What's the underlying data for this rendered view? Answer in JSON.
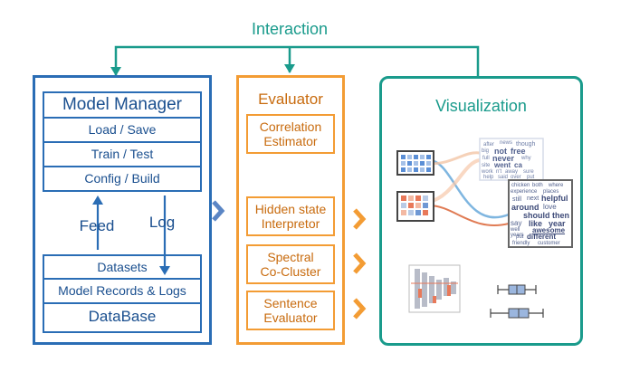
{
  "interaction_label": "Interaction",
  "model_manager": {
    "title": "Model Manager",
    "rows": [
      "Load / Save",
      "Train / Test",
      "Config / Build"
    ],
    "feed_label": "Feed",
    "log_label": "Log",
    "bottom_rows": [
      "Datasets",
      "Model Records & Logs"
    ],
    "database_label": "DataBase"
  },
  "evaluator": {
    "title": "Evaluator",
    "modules": [
      {
        "line1": "Correlation",
        "line2": "Estimator"
      },
      {
        "line1": "Hidden state",
        "line2": "Interpretor"
      },
      {
        "line1": "Spectral",
        "line2": "Co-Cluster"
      },
      {
        "line1": "Sentence",
        "line2": "Evaluator"
      }
    ]
  },
  "visualization": {
    "title": "Visualization",
    "wordcloud_top": [
      "after",
      "news",
      "though",
      "big",
      "not",
      "free",
      "full",
      "never",
      "why",
      "site",
      "went",
      "ca",
      "work",
      "n't",
      "away",
      "sure",
      "help",
      "said",
      "over",
      "put"
    ],
    "wordcloud_bottom": [
      "chicken",
      "both",
      "where",
      "experience",
      "places",
      "still",
      "next",
      "helpful",
      "around",
      "love",
      "should",
      "then",
      "say",
      "like",
      "year",
      "well",
      "awesome",
      "years",
      "different",
      "put",
      "friendly",
      "customer"
    ]
  },
  "colors": {
    "model_manager": "#2a6db5",
    "evaluator": "#f39c34",
    "visualization": "#1a9b8c",
    "chevron": "#5b86c5"
  }
}
